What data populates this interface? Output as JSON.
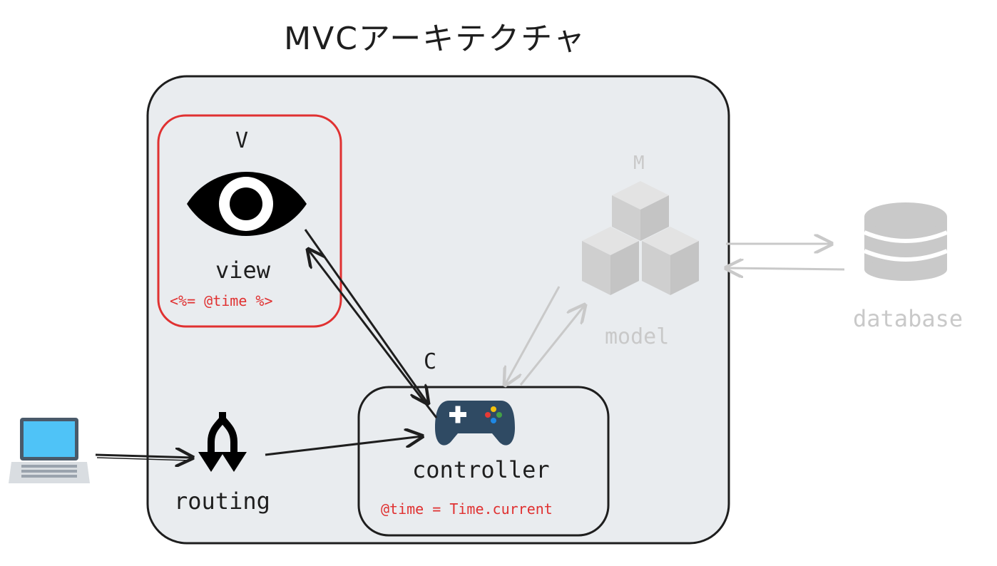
{
  "title": "MVCアーキテクチャ",
  "view": {
    "letter": "V",
    "label": "view",
    "code": "<%= @time %>"
  },
  "controller": {
    "letter": "C",
    "label": "controller",
    "code": "@time = Time.current"
  },
  "model": {
    "letter": "M",
    "label": "model"
  },
  "routing": {
    "label": "routing"
  },
  "database": {
    "label": "database"
  },
  "colors": {
    "stroke": "#1e1e1e",
    "container_fill": "#e9ecef",
    "view_border": "#e03131",
    "faded": "#c9c9c9",
    "gamepad": "#2f4a63"
  },
  "icons": [
    "laptop-icon",
    "merge-arrows-icon",
    "eye-icon",
    "gamepad-icon",
    "cubes-icon",
    "database-icon"
  ]
}
